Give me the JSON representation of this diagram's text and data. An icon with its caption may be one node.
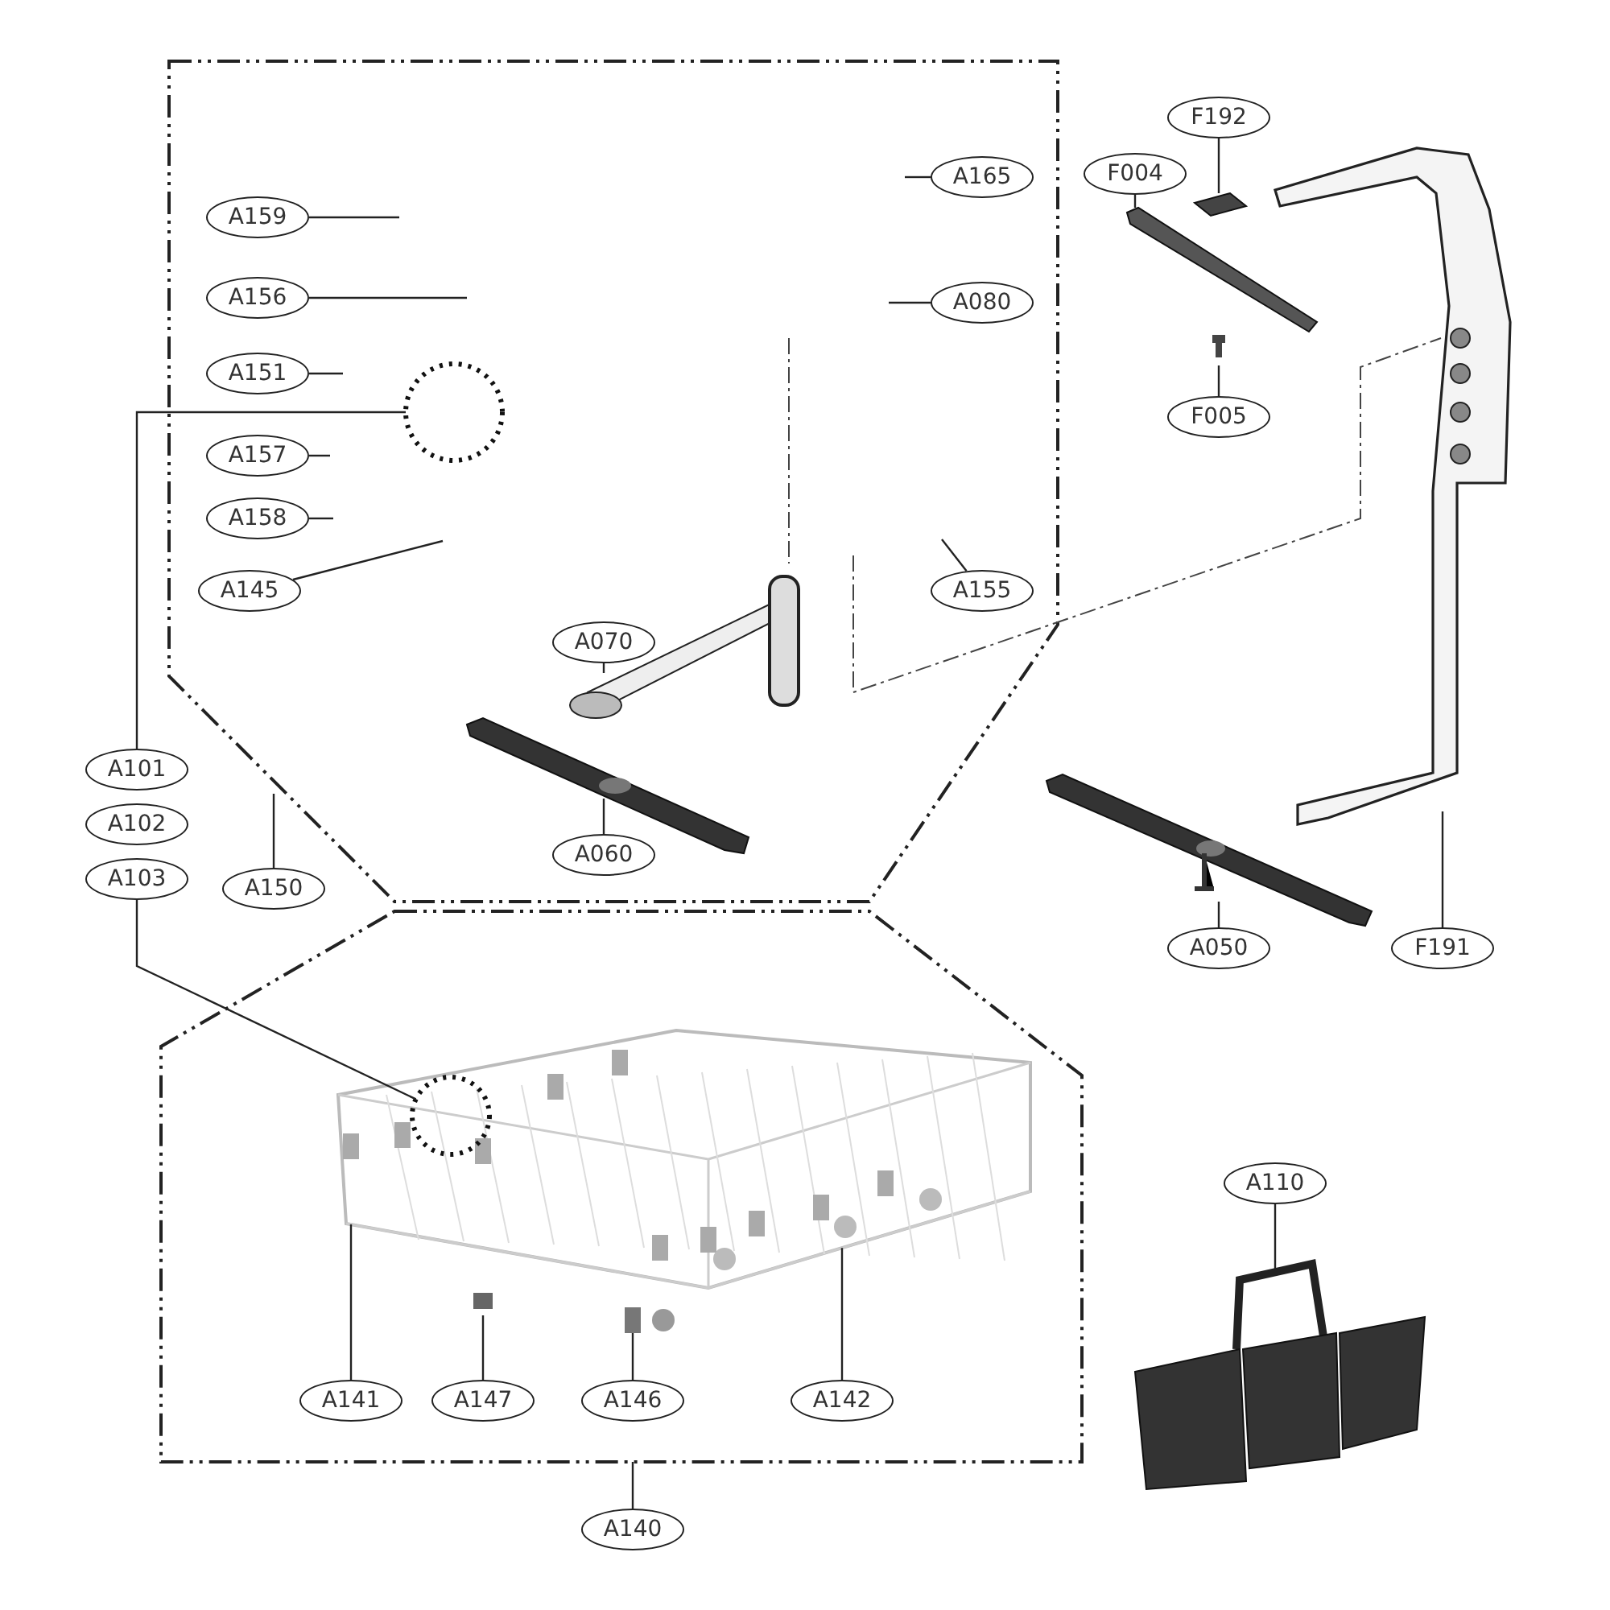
{
  "diagram": {
    "nodes": [
      {
        "text": [
          "A159"
        ]
      },
      {
        "text": [
          "A165"
        ]
      },
      {
        "text": [
          "A156"
        ]
      },
      {
        "text": [
          "A080"
        ]
      },
      {
        "text": [
          "A151"
        ]
      },
      {
        "text": [
          "A157"
        ]
      },
      {
        "text": [
          "A158"
        ]
      },
      {
        "text": [
          "A145"
        ]
      },
      {
        "text": [
          "A155"
        ]
      },
      {
        "text": [
          "A070"
        ]
      },
      {
        "text": [
          "A101"
        ]
      },
      {
        "text": [
          "A102"
        ]
      },
      {
        "text": [
          "A103"
        ]
      },
      {
        "text": [
          "A150"
        ]
      },
      {
        "text": [
          "A060"
        ]
      },
      {
        "text": [
          "A050"
        ]
      },
      {
        "text": [
          "F191"
        ]
      },
      {
        "text": [
          "F192"
        ]
      },
      {
        "text": [
          "F004"
        ]
      },
      {
        "text": [
          "F005"
        ]
      },
      {
        "text": [
          "A141"
        ]
      },
      {
        "text": [
          "A147"
        ]
      },
      {
        "text": [
          "A146"
        ]
      },
      {
        "text": [
          "A142"
        ]
      },
      {
        "text": [
          "A110"
        ]
      },
      {
        "text": [
          "A140"
        ]
      },
      {
        "text": [],
        "shape": "circle"
      },
      {
        "text": [],
        "shape": "circle",
        "in": 28
      },
      {
        "text": [],
        "shape": "picture"
      },
      {
        "text": [],
        "shape": "picture"
      },
      {
        "text": [],
        "shape": "picture"
      },
      {
        "text": [],
        "shape": "picture"
      }
    ],
    "edges": [
      {
        "from": 0,
        "to": null,
        "arrow": "none"
      },
      {
        "from": 1,
        "to": null,
        "arrow": "none"
      },
      {
        "from": 2,
        "to": null,
        "arrow": "none"
      },
      {
        "from": 3,
        "to": null,
        "arrow": "none"
      },
      {
        "from": 4,
        "to": null,
        "arrow": "none"
      },
      {
        "from": 5,
        "to": null,
        "arrow": "none"
      },
      {
        "from": 6,
        "to": null,
        "arrow": "none"
      },
      {
        "from": 7,
        "to": null,
        "arrow": "none"
      },
      {
        "from": 8,
        "to": null,
        "arrow": "none"
      },
      {
        "from": 9,
        "to": null,
        "arrow": "none"
      },
      {
        "from": 10,
        "to": 26,
        "arrow": "none"
      },
      {
        "from": 12,
        "to": 27,
        "arrow": "none"
      },
      {
        "from": 13,
        "to": null,
        "arrow": "none"
      },
      {
        "from": 14,
        "to": null,
        "arrow": "none"
      },
      {
        "from": 15,
        "to": null,
        "arrow": "none"
      },
      {
        "from": 16,
        "to": null,
        "arrow": "none"
      },
      {
        "from": 17,
        "to": 29,
        "arrow": "none"
      },
      {
        "from": 18,
        "to": 30,
        "arrow": "none"
      },
      {
        "from": 19,
        "to": null,
        "arrow": "none"
      },
      {
        "from": 20,
        "to": 28,
        "arrow": "none"
      },
      {
        "from": 21,
        "to": null,
        "arrow": "none"
      },
      {
        "from": 22,
        "to": 31,
        "arrow": "none"
      },
      {
        "from": 23,
        "to": 28,
        "arrow": "none"
      },
      {
        "from": 24,
        "to": null,
        "arrow": "none"
      },
      {
        "from": 25,
        "to": null,
        "arrow": "none"
      }
    ]
  }
}
